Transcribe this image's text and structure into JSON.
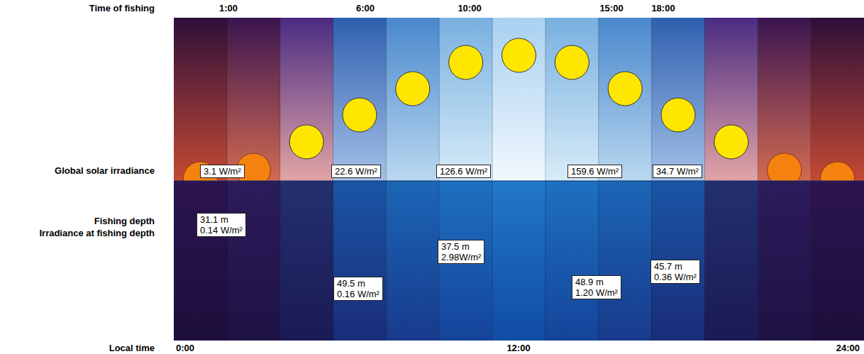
{
  "diagram": {
    "nodes": [
      {
        "text": [
          "3.1  W/m²"
        ]
      },
      {
        "text": [
          "22.6  W/m²"
        ]
      },
      {
        "text": [
          "126.6 W/m²"
        ]
      },
      {
        "text": [
          "159.6  W/m²"
        ]
      },
      {
        "text": [
          "34.7  W/m²"
        ]
      },
      {
        "text": [
          "31.1 m",
          "0.14 W/m²"
        ]
      },
      {
        "text": [
          "49.5 m",
          "0.16 W/m²"
        ]
      },
      {
        "text": [
          "37.5 m",
          "2.98W/m²"
        ]
      },
      {
        "text": [
          "48.9 m",
          "1.20 W/m²"
        ]
      },
      {
        "text": [
          "45.7 m",
          "0.36 W/m²"
        ]
      }
    ],
    "labels": [
      "Time of fishing",
      "1:00",
      "6:00",
      "10:00",
      "15:00",
      "18:00",
      "Global solar irradiance",
      "Fishing depth",
      "Irradiance at fishing depth",
      "Local time",
      "0:00",
      "12:00",
      "24:00"
    ]
  }
}
